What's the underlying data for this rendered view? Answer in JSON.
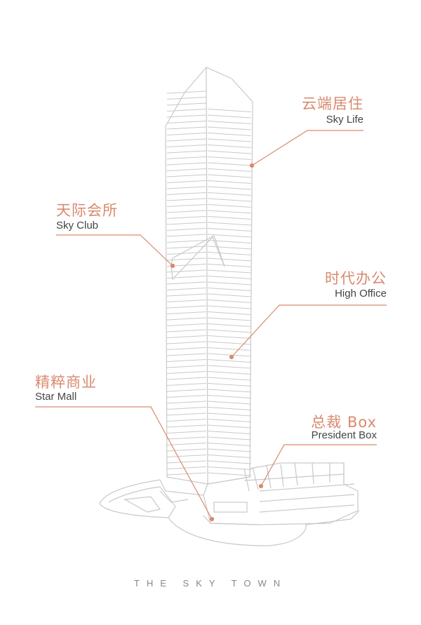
{
  "labels": [
    {
      "zh": "云端居住",
      "en": "Sky Life"
    },
    {
      "zh": "天际会所",
      "en": "Sky Club"
    },
    {
      "zh": "时代办公",
      "en": "High Office"
    },
    {
      "zh": "精粹商业",
      "en": "Star Mall"
    },
    {
      "zh": "总裁 Box",
      "en": "President Box"
    }
  ],
  "footer": "THE SKY TOWN",
  "colors": {
    "accent": "#d98a6e",
    "line": "#c9c9c9",
    "text": "#444444"
  }
}
